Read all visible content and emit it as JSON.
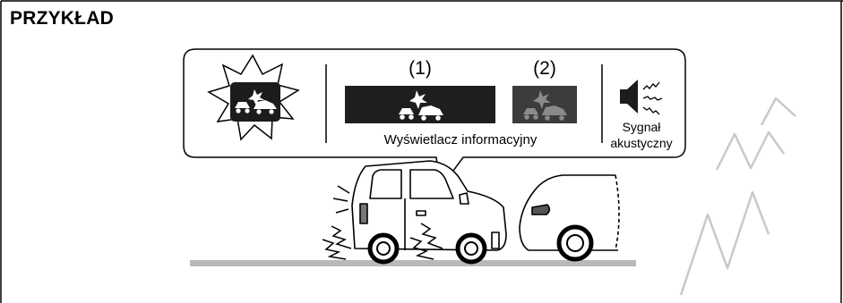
{
  "heading": "PRZYKŁAD",
  "display": {
    "label_1": "(1)",
    "label_2": "(2)",
    "caption": "Wyświetlacz informacyjny"
  },
  "sound": {
    "line1": "Sygnał",
    "line2": "akustyczny"
  },
  "icons": {
    "warning": "collision-warning-icon",
    "speaker": "speaker-icon"
  },
  "colors": {
    "display_dark": "#1e1e1e",
    "display_dim": "#444444",
    "road": "#b9b9b9",
    "watermark": "#c8c8c8"
  }
}
